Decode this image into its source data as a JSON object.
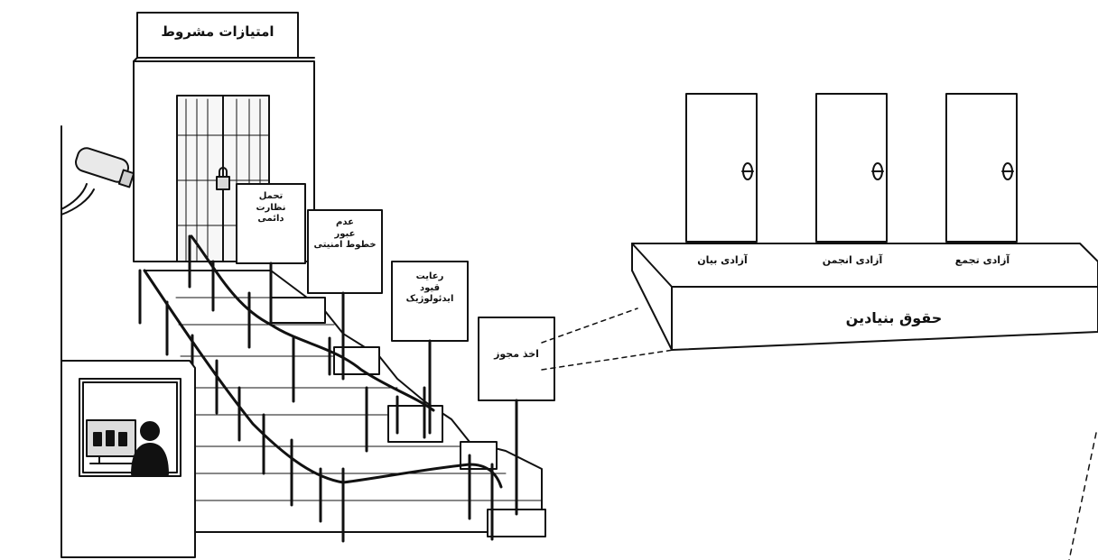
{
  "conditional_privileges": {
    "title": "امتیازات مشروط",
    "signs": [
      "تحمل\nنظارت\nدائمی",
      "عدم\nعبور\nخطوط امنیتی",
      "رعایت\nقیود\nایدئولوژیک",
      "اخذ مجوز"
    ]
  },
  "fundamental_rights": {
    "title": "حقوق بنیادین",
    "doors": [
      "آزادی بیان",
      "آزادی انجمن",
      "آزادی تجمع"
    ]
  },
  "colors": {
    "ink": "#111111",
    "paper": "#ffffff",
    "shade": "#e9e9e9"
  },
  "icons": [
    "security-camera-icon",
    "person-silhouette-icon",
    "monitor-icon",
    "padlock-icon"
  ]
}
